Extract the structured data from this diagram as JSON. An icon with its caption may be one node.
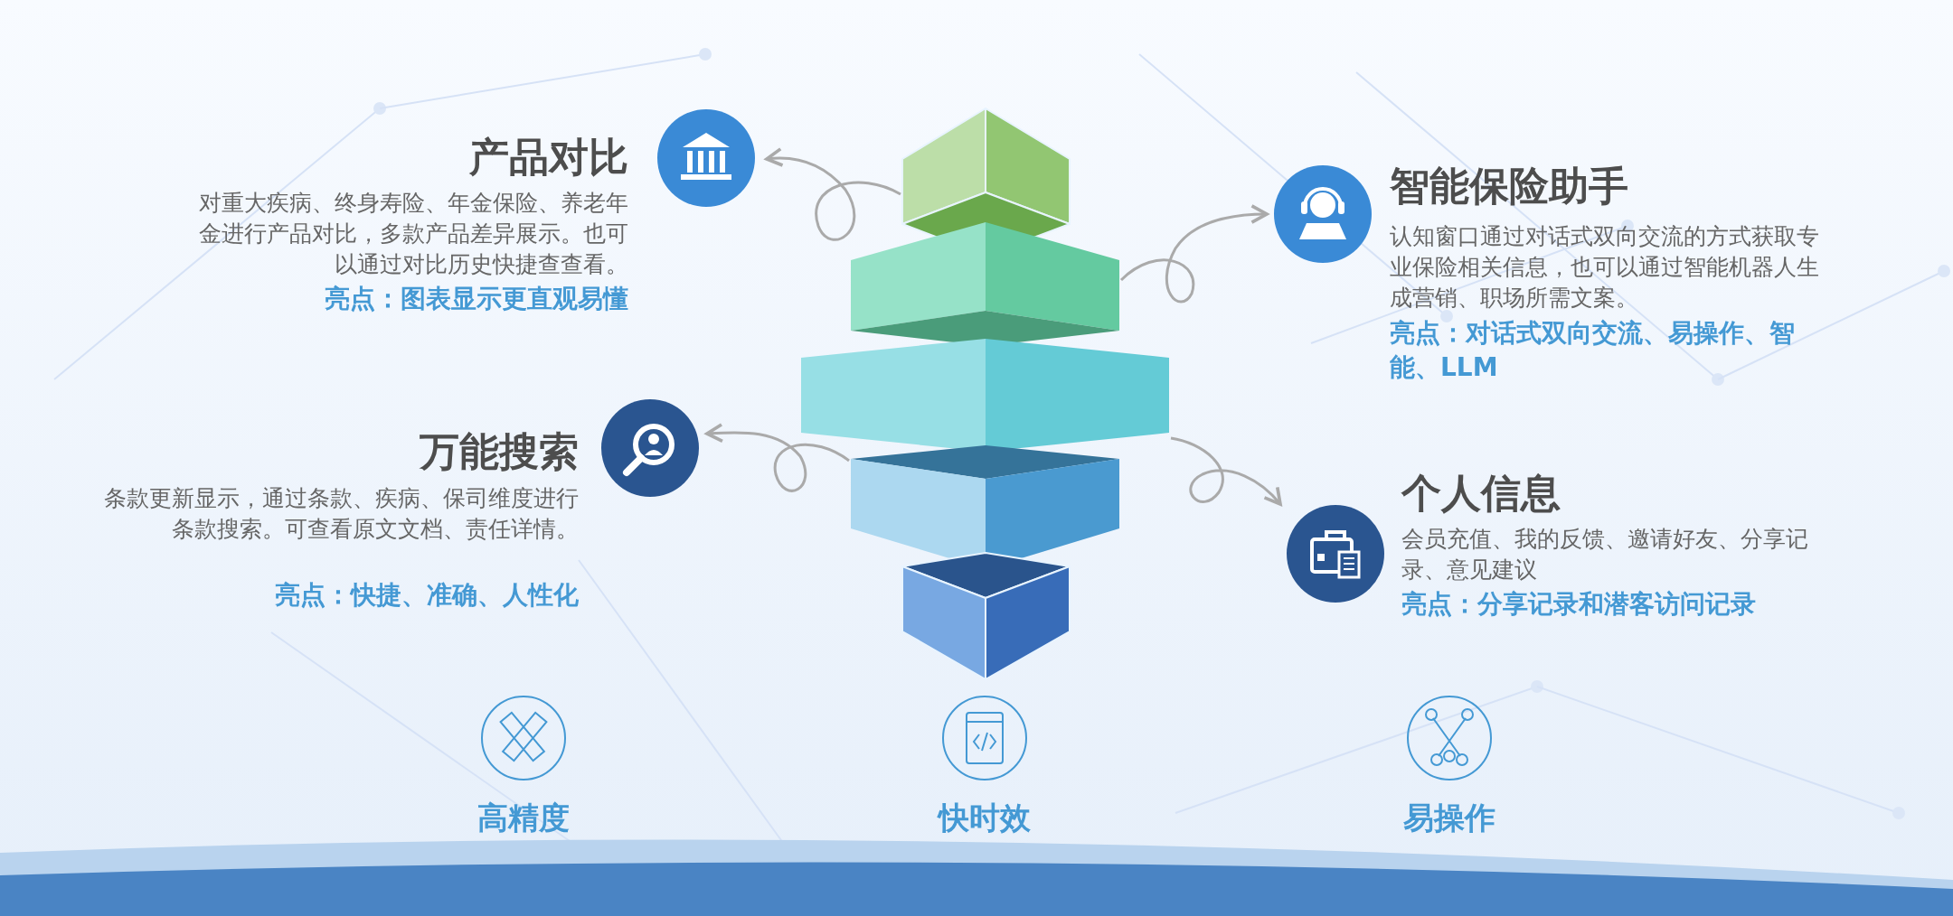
{
  "diagram": {
    "nodes": [
      {
        "text": [
          "产品对比",
          "对重大疾病、终身寿险、年金保险、养老年金进行产品对比，多款产品差异展示。也可以通过对比历史快捷查查看。",
          "亮点：图表显示更直观易懂"
        ]
      },
      {
        "text": [
          "智能保险助手",
          "认知窗口通过对话式双向交流的方式获取专业保险相关信息，也可以通过智能机器人生成营销、职场所需文案。",
          "亮点：对话式双向交流、易操作、智能、LLM"
        ]
      },
      {
        "text": [
          "万能搜索",
          "条款更新显示，通过条款、疾病、保司维度进行条款搜索。可查看原文文档、责任详情。",
          "亮点：快捷、准确、人性化"
        ]
      },
      {
        "text": [
          "个人信息",
          "会员充值、我的反馈、邀请好友、分享记录、意见建议",
          "亮点：分享记录和潜客访问记录"
        ]
      },
      {
        "text": [],
        "shape": "cube"
      },
      {
        "text": [],
        "shape": "box"
      },
      {
        "text": [],
        "shape": "box"
      },
      {
        "text": [],
        "shape": "box"
      },
      {
        "text": [],
        "shape": "cube"
      },
      {
        "text": [
          "高精度"
        ]
      },
      {
        "text": [
          "快时效"
        ]
      },
      {
        "text": [
          "易操作"
        ]
      }
    ],
    "edges": [
      {
        "from": 4,
        "to": 0,
        "arrow": "to"
      },
      {
        "from": 5,
        "to": 1,
        "arrow": "to"
      },
      {
        "from": 7,
        "to": 2,
        "arrow": "to"
      },
      {
        "from": 6,
        "to": 3,
        "arrow": "to"
      }
    ]
  }
}
